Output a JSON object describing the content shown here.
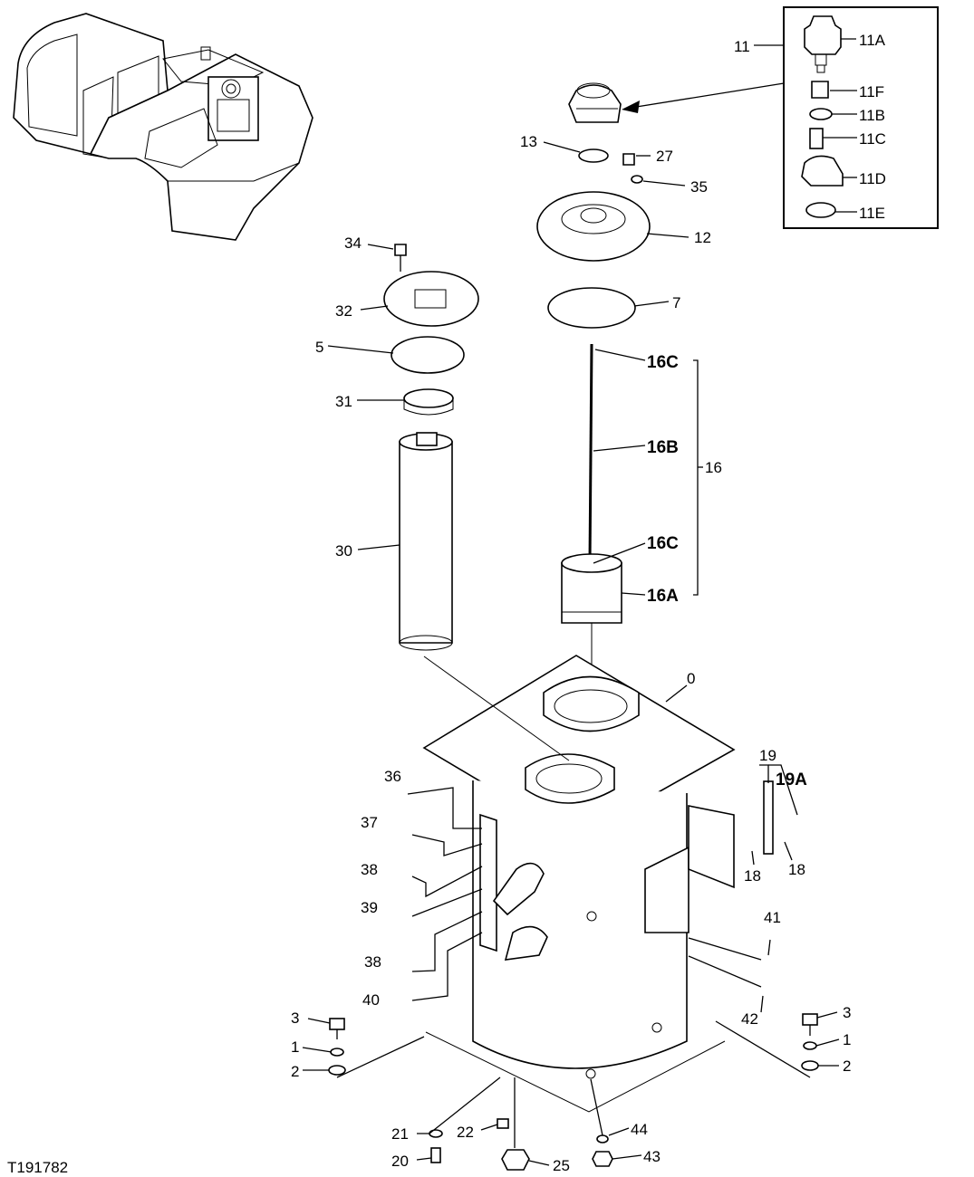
{
  "drawing_id": "T191782",
  "callouts": [
    {
      "id": "11",
      "text": "11"
    },
    {
      "id": "11A",
      "text": "11A"
    },
    {
      "id": "11F",
      "text": "11F"
    },
    {
      "id": "11B",
      "text": "11B"
    },
    {
      "id": "11C",
      "text": "11C"
    },
    {
      "id": "11D",
      "text": "11D"
    },
    {
      "id": "11E",
      "text": "11E"
    },
    {
      "id": "13",
      "text": "13"
    },
    {
      "id": "27",
      "text": "27"
    },
    {
      "id": "35",
      "text": "35"
    },
    {
      "id": "12",
      "text": "12"
    },
    {
      "id": "34",
      "text": "34"
    },
    {
      "id": "32",
      "text": "32"
    },
    {
      "id": "7",
      "text": "7"
    },
    {
      "id": "5",
      "text": "5"
    },
    {
      "id": "16C_top",
      "text": "16C"
    },
    {
      "id": "31",
      "text": "31"
    },
    {
      "id": "16B",
      "text": "16B"
    },
    {
      "id": "16",
      "text": "16"
    },
    {
      "id": "30",
      "text": "30"
    },
    {
      "id": "16C_low",
      "text": "16C"
    },
    {
      "id": "16A",
      "text": "16A"
    },
    {
      "id": "0",
      "text": "0"
    },
    {
      "id": "19",
      "text": "19"
    },
    {
      "id": "19A",
      "text": "19A"
    },
    {
      "id": "36",
      "text": "36"
    },
    {
      "id": "37",
      "text": "37"
    },
    {
      "id": "18a",
      "text": "18"
    },
    {
      "id": "18b",
      "text": "18"
    },
    {
      "id": "38a",
      "text": "38"
    },
    {
      "id": "39",
      "text": "39"
    },
    {
      "id": "41",
      "text": "41"
    },
    {
      "id": "38b",
      "text": "38"
    },
    {
      "id": "40",
      "text": "40"
    },
    {
      "id": "42",
      "text": "42"
    },
    {
      "id": "3a",
      "text": "3"
    },
    {
      "id": "1a",
      "text": "1"
    },
    {
      "id": "2a",
      "text": "2"
    },
    {
      "id": "3b",
      "text": "3"
    },
    {
      "id": "1b",
      "text": "1"
    },
    {
      "id": "2b",
      "text": "2"
    },
    {
      "id": "21",
      "text": "21"
    },
    {
      "id": "22",
      "text": "22"
    },
    {
      "id": "44",
      "text": "44"
    },
    {
      "id": "20",
      "text": "20"
    },
    {
      "id": "25",
      "text": "25"
    },
    {
      "id": "43",
      "text": "43"
    }
  ]
}
